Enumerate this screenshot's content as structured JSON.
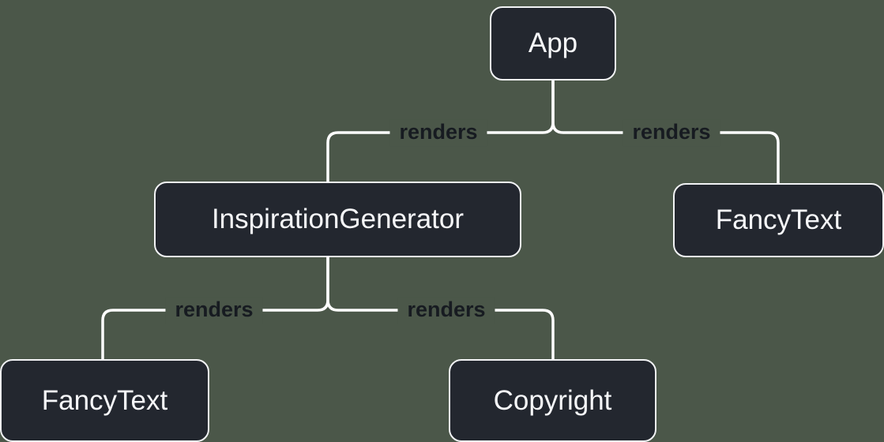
{
  "diagram": {
    "type": "render-tree",
    "colors": {
      "background": "#4b5749",
      "node_fill": "#23272f",
      "node_border": "#f2f3f5",
      "node_text": "#f6f7f9",
      "connector_line": "#ffffff",
      "edge_label_text": "#171b21"
    },
    "nodes": {
      "app": {
        "label": "App"
      },
      "inspiration_generator": {
        "label": "InspirationGenerator"
      },
      "fancy_text_top": {
        "label": "FancyText"
      },
      "fancy_text_bottom": {
        "label": "FancyText"
      },
      "copyright": {
        "label": "Copyright"
      }
    },
    "edges": {
      "app_to_inspiration_generator": {
        "label": "renders"
      },
      "app_to_fancy_text": {
        "label": "renders"
      },
      "inspiration_generator_to_fancy_text": {
        "label": "renders"
      },
      "inspiration_generator_to_copyright": {
        "label": "renders"
      }
    }
  }
}
